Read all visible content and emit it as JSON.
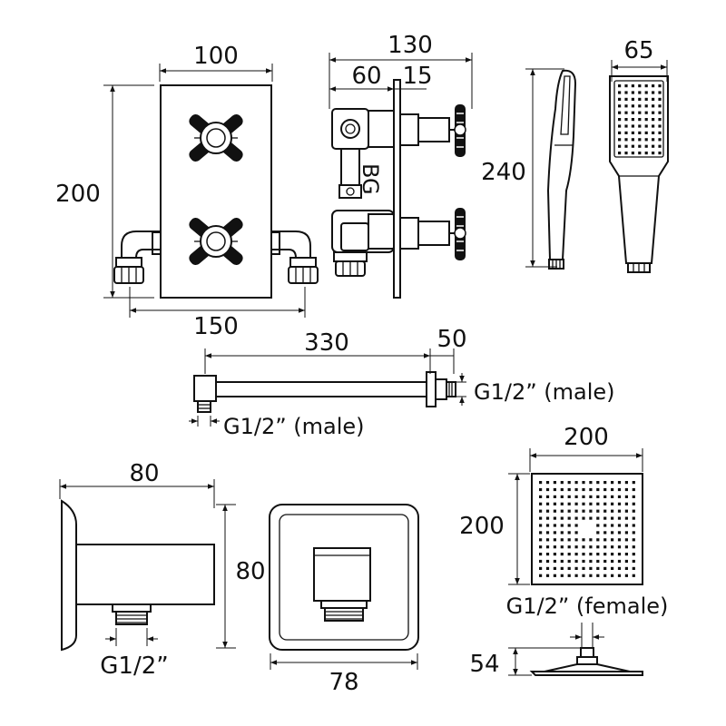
{
  "dimensions": {
    "valve_width": "100",
    "valve_height": "200",
    "valve_overall_width": "150",
    "valve_depth_total": "130",
    "valve_depth_body": "60",
    "valve_depth_plate": "15",
    "handset_length": "240",
    "handset_width": "65",
    "arm_length": "330",
    "arm_flange": "50",
    "arm_thread_right": "G1/2” (male)",
    "arm_thread_left": "G1/2” (male)",
    "elbow_depth": "80",
    "elbow_height": "80",
    "elbow_plate_width": "78",
    "elbow_thread": "G1/2”",
    "head_width": "200",
    "head_height": "200",
    "head_thread": "G1/2” (female)",
    "head_depth": "54"
  },
  "marks": {
    "valve_body_stamp": "BG"
  },
  "colors": {
    "line": "#111111",
    "background": "#ffffff"
  }
}
